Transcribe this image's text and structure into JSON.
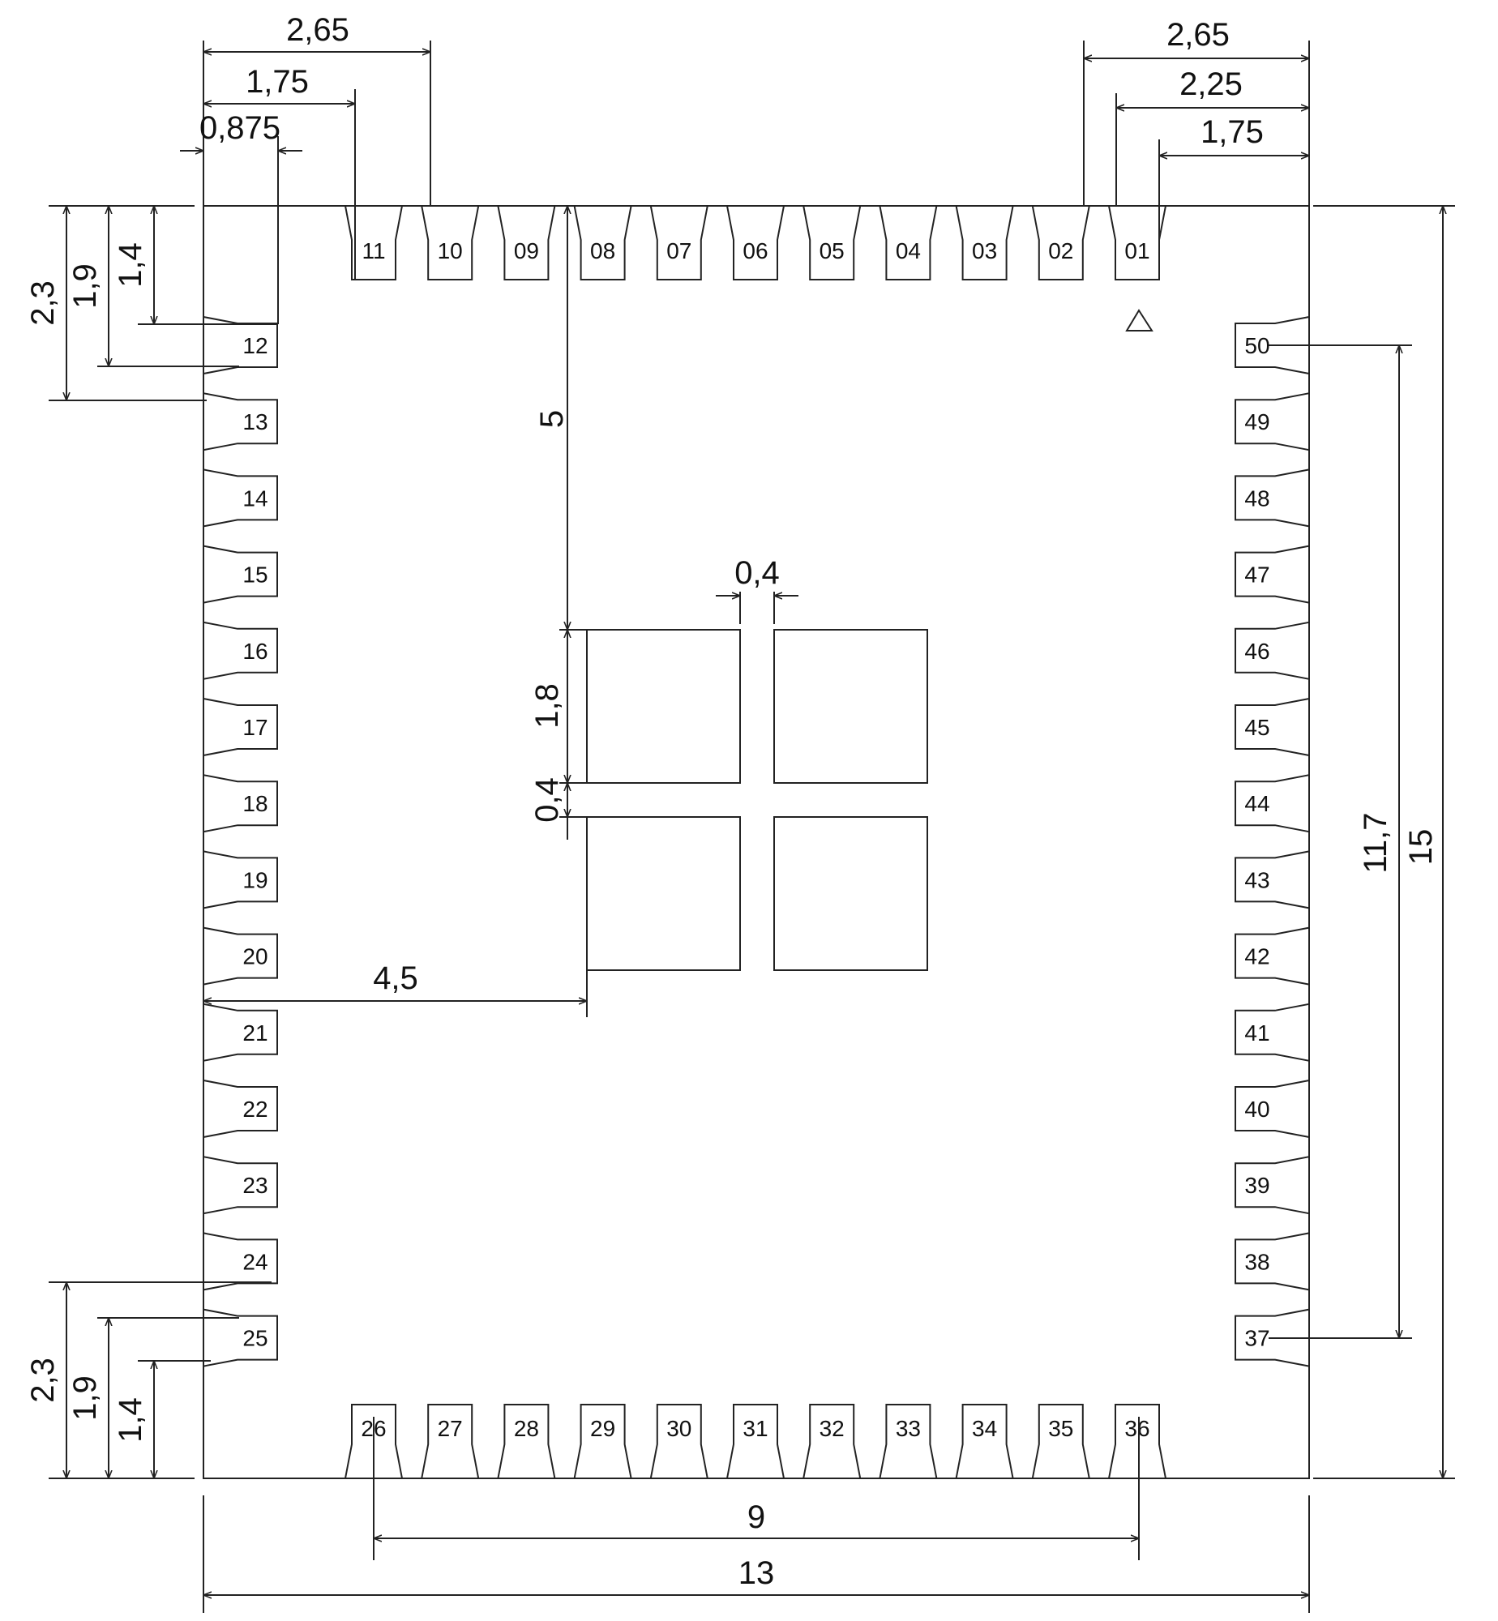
{
  "pins": {
    "top": [
      "11",
      "10",
      "09",
      "08",
      "07",
      "06",
      "05",
      "04",
      "03",
      "02",
      "01"
    ],
    "left": [
      "12",
      "13",
      "14",
      "15",
      "16",
      "17",
      "18",
      "19",
      "20",
      "21",
      "22",
      "23",
      "24",
      "25"
    ],
    "bottom": [
      "26",
      "27",
      "28",
      "29",
      "30",
      "31",
      "32",
      "33",
      "34",
      "35",
      "36"
    ],
    "right": [
      "50",
      "49",
      "48",
      "47",
      "46",
      "45",
      "44",
      "43",
      "42",
      "41",
      "40",
      "39",
      "38",
      "37"
    ]
  },
  "dimensions": {
    "top_left_2_65": "2,65",
    "top_left_1_75": "1,75",
    "top_left_0_875": "0,875",
    "top_right_2_65": "2,65",
    "top_right_2_25": "2,25",
    "top_right_1_75": "1,75",
    "left_top_2_3": "2,3",
    "left_top_1_9": "1,9",
    "left_top_1_4": "1,4",
    "left_bottom_2_3": "2,3",
    "left_bottom_1_9": "1,9",
    "left_bottom_1_4": "1,4",
    "center_5": "5",
    "gap_h_0_4": "0,4",
    "pad_1_8": "1,8",
    "gap_v_0_4": "0,4",
    "offset_4_5": "4,5",
    "bottom_9": "9",
    "bottom_13": "13",
    "right_11_7": "11,7",
    "right_15": "15"
  },
  "pin1_marker": "triangle-outline"
}
